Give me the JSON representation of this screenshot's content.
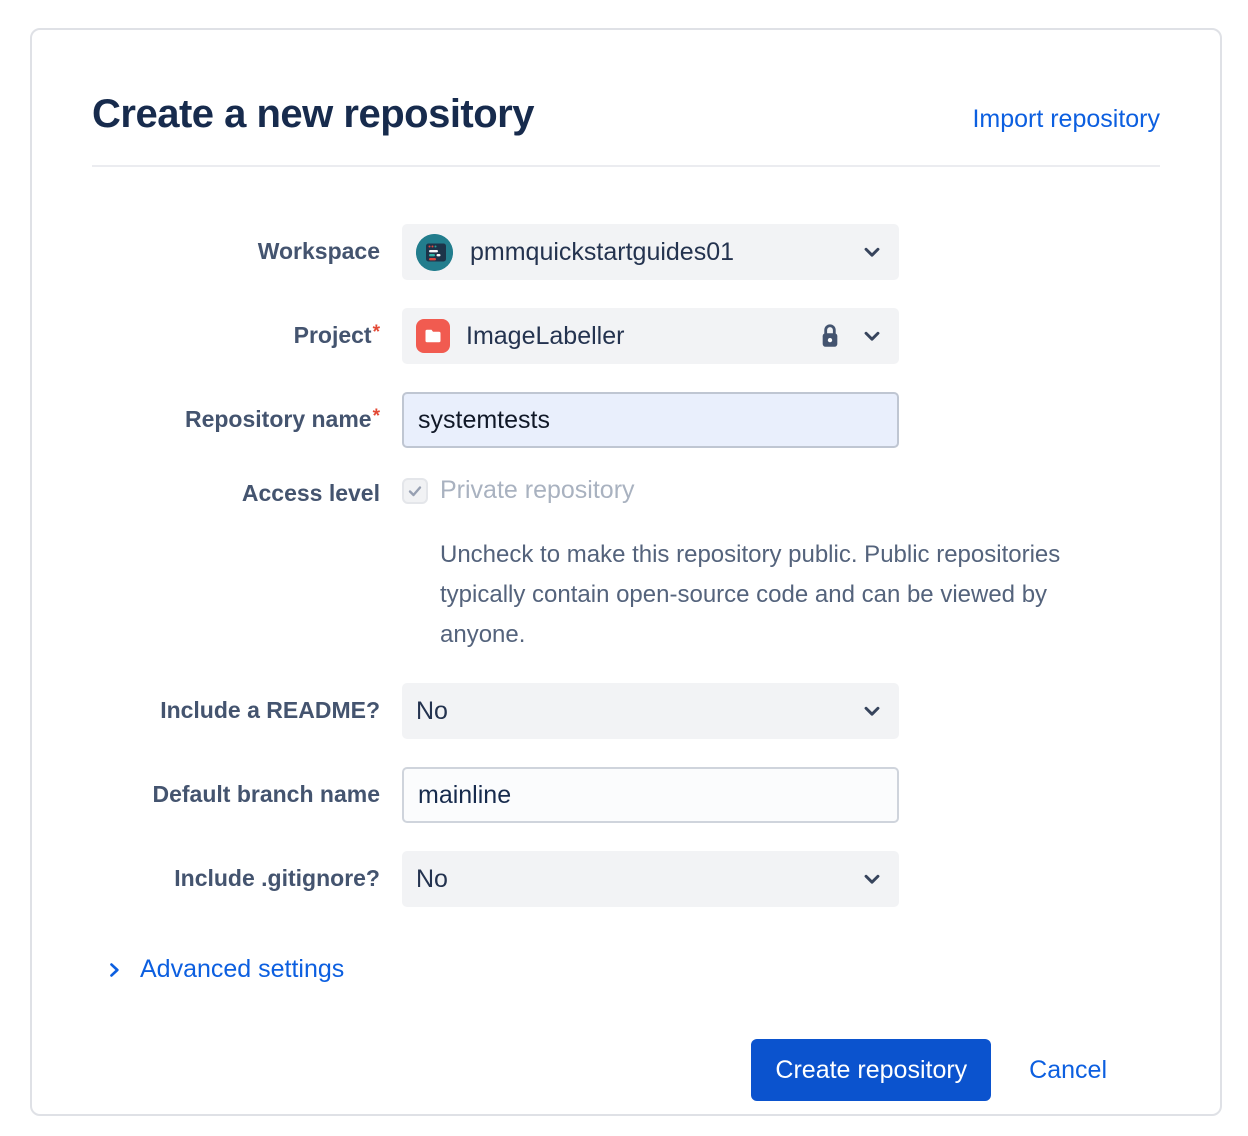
{
  "page": {
    "title": "Create a new repository",
    "import_link": "Import repository"
  },
  "form": {
    "workspace": {
      "label": "Workspace",
      "value": "pmmquickstartguides01",
      "avatar_icon": "workspace-avatar-teal-window",
      "avatar_color": "#227D8D"
    },
    "project": {
      "label": "Project",
      "required_mark": "*",
      "value": "ImageLabeller",
      "icon": "red-folder",
      "icon_color": "#F15B50",
      "lock_icon": "lock-private"
    },
    "repository_name": {
      "label": "Repository name",
      "required_mark": "*",
      "value": "systemtests"
    },
    "access_level": {
      "label": "Access level",
      "checkbox_checked": true,
      "checkbox_disabled": true,
      "checkbox_label": "Private repository",
      "help_text": "Uncheck to make this repository public. Public repositories typically contain open-source code and can be viewed by anyone."
    },
    "include_readme": {
      "label": "Include a README?",
      "value": "No"
    },
    "default_branch": {
      "label": "Default branch name",
      "value": "mainline"
    },
    "include_gitignore": {
      "label": "Include .gitignore?",
      "value": "No"
    },
    "advanced_settings_label": "Advanced settings"
  },
  "actions": {
    "create_label": "Create repository",
    "cancel_label": "Cancel"
  },
  "colors": {
    "link_blue": "#0C5FE0",
    "button_blue": "#0B53CE",
    "title_navy": "#172B4D",
    "label_slate": "#44546F",
    "select_bg": "#F2F3F5",
    "repo_input_bg": "#E9EFFC",
    "card_border": "#DFE1E6",
    "required_red": "#E34935",
    "disabled_text": "#A9B2C0"
  }
}
